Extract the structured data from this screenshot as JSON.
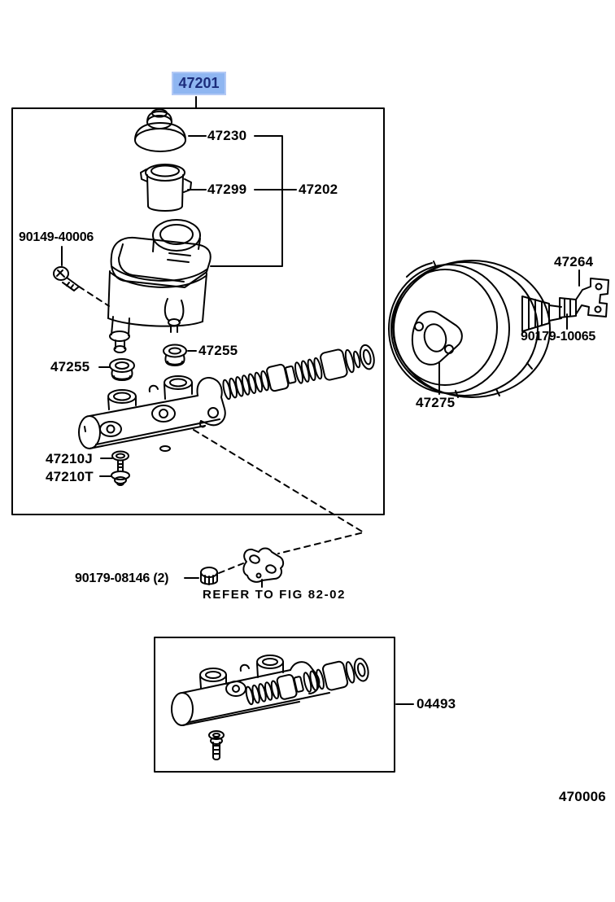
{
  "figure": {
    "selected_assembly": "47201",
    "figure_code": "470006",
    "note": "REFER TO FIG 82-02"
  },
  "parts": {
    "cap": "47230",
    "inner_reservoir": "47299",
    "reservoir_sub_assy": "47202",
    "reservoir_screw": "90149-40006",
    "grommet_upper": "47255",
    "grommet_lower": "47255",
    "part_j": "47210J",
    "part_t": "47210T",
    "clevis": "47264",
    "clevis_lock_nut": "90179-10065",
    "booster_gasket": "47275",
    "mounting_nut": "90179-08146 (2)",
    "cylinder_kit": "04493"
  },
  "colors": {
    "highlight_bg": "#8fb6f1",
    "highlight_border": "#b3c9f5",
    "highlight_text": "#1c2d7c",
    "line": "#000000",
    "background": "#ffffff"
  }
}
